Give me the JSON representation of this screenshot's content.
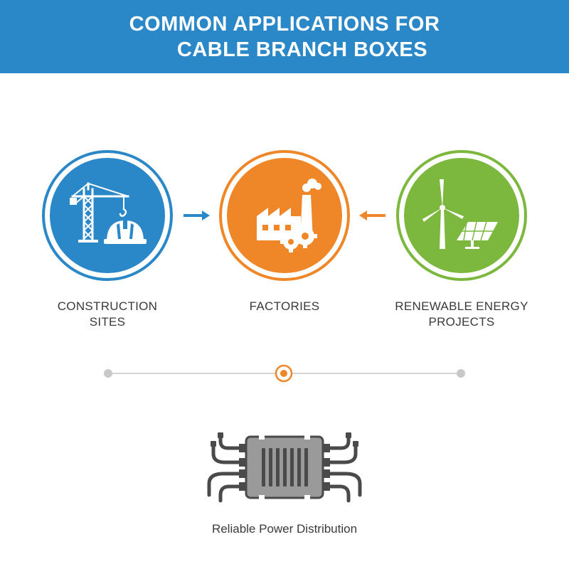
{
  "header": {
    "title_line1": "COMMON APPLICATIONS FOR",
    "title_line2": "CABLE BRANCH BOXES"
  },
  "colors": {
    "header_bg": "#2a87c8",
    "construction": "#2a87c8",
    "factories": "#ef8627",
    "renewable": "#7cb83e",
    "box_gray": "#9a9a9a",
    "line_gray": "#d4d4d4"
  },
  "applications": [
    {
      "label_line1": "CONSTRUCTION",
      "label_line2": "SITES",
      "icon": "crane-helmet-icon"
    },
    {
      "label_line1": "FACTORIES",
      "label_line2": "",
      "icon": "factory-gears-icon"
    },
    {
      "label_line1": "RENEWABLE ENERGY",
      "label_line2": "PROJECTS",
      "icon": "wind-turbine-solar-panel-icon"
    }
  ],
  "footer": {
    "caption": "Reliable Power Distribution",
    "icon": "cable-branch-box-icon"
  }
}
